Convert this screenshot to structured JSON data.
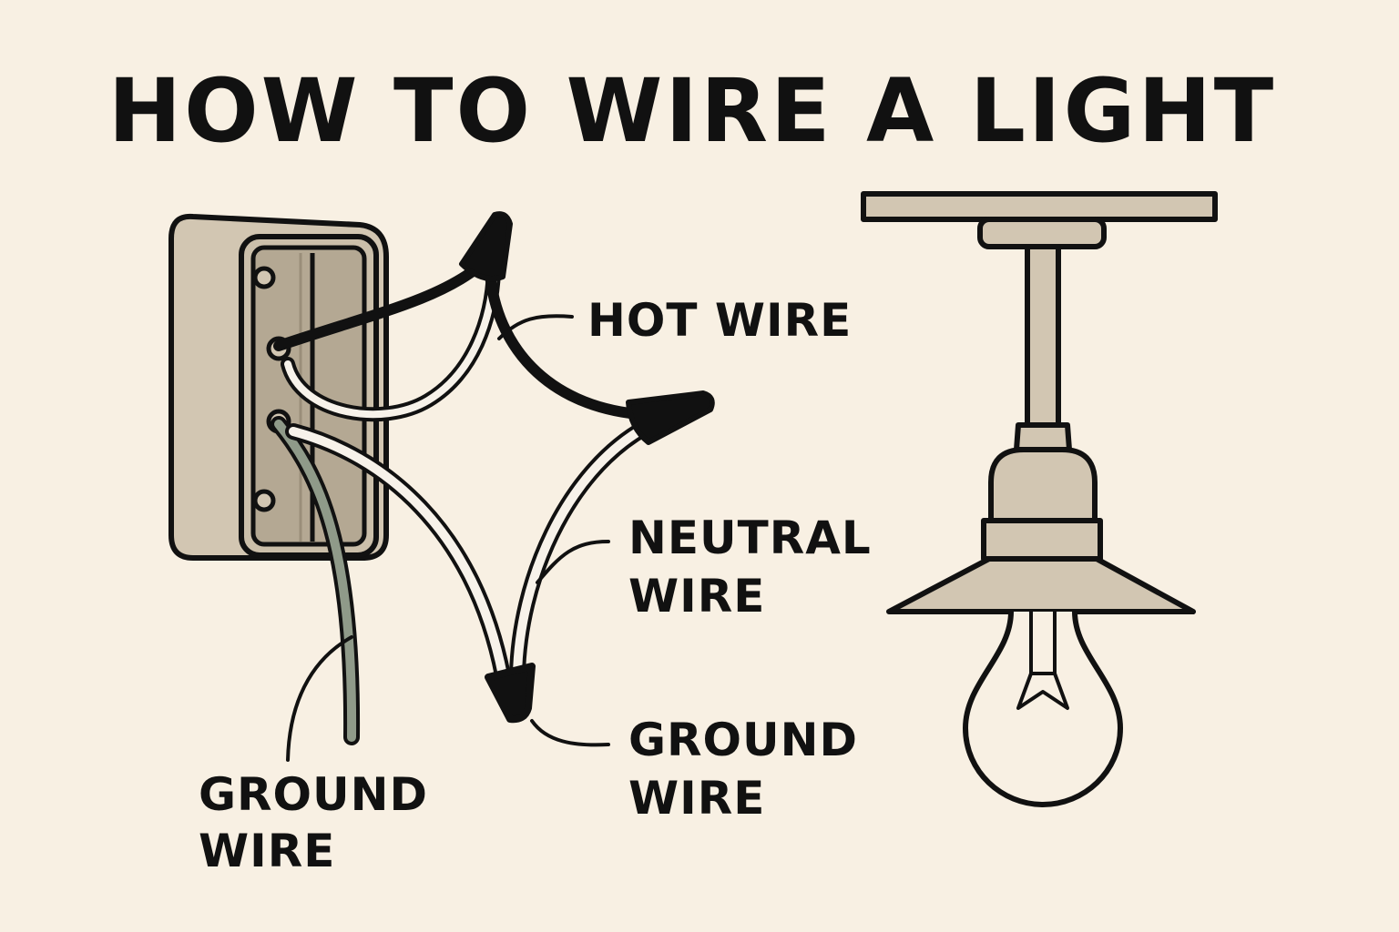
{
  "title": "HOW TO WIRE A LIGHT",
  "labels": {
    "hot_wire": "HOT WIRE",
    "neutral_wire": [
      "NEUTRAL",
      "WIRE"
    ],
    "ground_wire_center": [
      "GROUND",
      "WIRE"
    ],
    "ground_wire_left": [
      "GROUND",
      "WIRE"
    ]
  },
  "colors": {
    "background": "#f8f0e3",
    "ink": "#111111",
    "box": "#d2c6b2",
    "box_inner": "#b4a893",
    "fixture": "#d2c6b2",
    "ground": "#8f9a89",
    "wire_white": "#f7f2ea"
  }
}
